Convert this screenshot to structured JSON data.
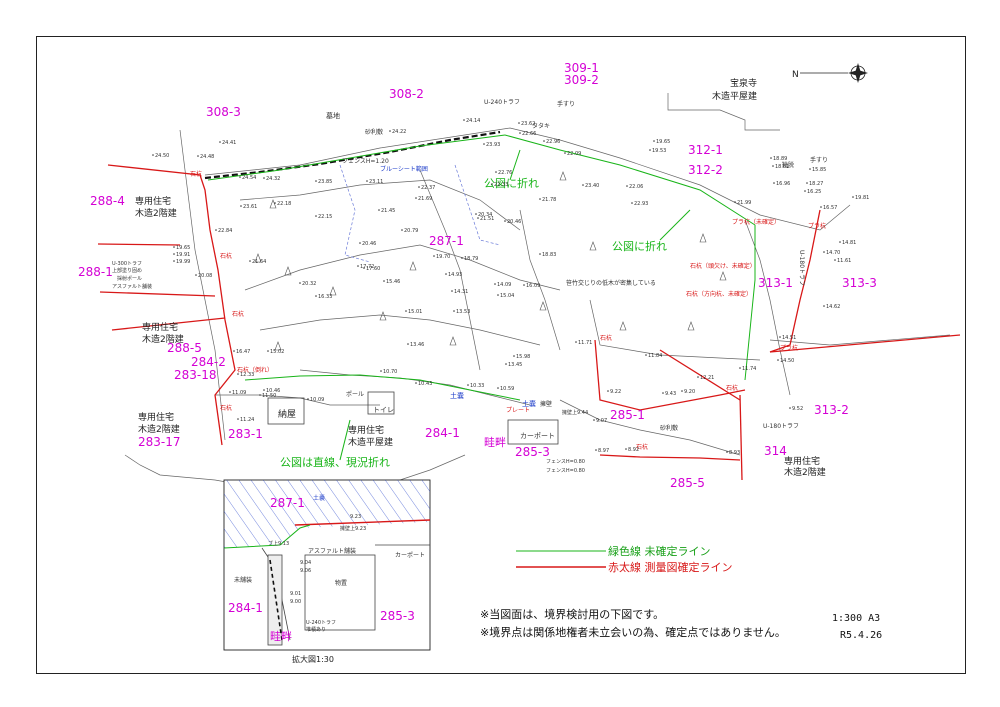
{
  "parcels": {
    "p309_1": "309-1",
    "p309_2": "309-2",
    "p308_3": "308-3",
    "p308_2": "308-2",
    "p312_1": "312-1",
    "p312_2": "312-2",
    "p288_4": "288-4",
    "p288_1": "288-1",
    "p287_1": "287-1",
    "p313_1": "313-1",
    "p313_3": "313-3",
    "p288_5": "288-5",
    "p284_2": "284-2",
    "p283_18": "283-18",
    "p283_1": "283-1",
    "p283_17": "283-17",
    "p284_1": "284-1",
    "p285_3": "285-3",
    "p285_1": "285-1",
    "p313_2": "313-2",
    "p314": "314",
    "p285_5": "285-5",
    "inset_287_1": "287-1",
    "inset_284_1": "284-1",
    "inset_285_3": "285-3"
  },
  "buildings": {
    "temple_name": "宝泉寺",
    "temple_type": "木造平屋建",
    "res_w_a": "専用住宅",
    "res_w_a_type": "木造2階建",
    "res_w_b": "専用住宅",
    "res_w_b_type": "木造2階建",
    "res_sw": "専用住宅",
    "res_sw_type": "木造2階建",
    "res_c": "専用住宅",
    "res_c_type": "木造平屋建",
    "res_se": "専用住宅",
    "res_se_type": "木造2階建",
    "shed": "納屋",
    "toilet": "トイレ",
    "carport": "カーポート"
  },
  "annotations": {
    "bend_1": "公図に折れ",
    "bend_2": "公図に折れ",
    "straight": "公図は直線、現況折れ",
    "levee_main": "畦畔",
    "levee_inset": "畦畔",
    "dense_bamboo": "笹竹交じりの低木が密集している",
    "cemetery": "墓地",
    "gravel_1": "砂利敷",
    "gravel_2": "砂利敷",
    "tarp": "ブルーシート範囲",
    "fence": "フェンスH=1.20",
    "u240": "U-240トラフ",
    "u300": "U-300トラフ",
    "u300_sub": "上部塗り固め",
    "pole": "採射ポール",
    "asphalt": "アスファルト舗装",
    "handrail_1": "手すり",
    "handrail_2": "手すり",
    "tataki": "タタキ",
    "pavement": "擁壁",
    "u180": "U-180トラフ",
    "u180_side": "U-180トラフ",
    "fence_a": "フェンスH=0.80",
    "fence_b": "フェンスH=0.80",
    "kutsu": "靴脱",
    "soil_1": "土嚢",
    "soil_2": "土嚢",
    "pole_2": "ポール",
    "plate": "プレート",
    "retaining": "擁壁上9.44",
    "stake_label": "石杭"
  },
  "stakes": {
    "s1": "石杭",
    "s2": "石杭",
    "s3": "石杭",
    "s4": "石杭（倒れ）",
    "s5": "石杭",
    "s6": "プラ杭（未確定）",
    "s7": "石杭（頭欠け、未確定）",
    "s8": "石杭（方向杭、未確定）",
    "s9": "プラ杭",
    "s10": "プラ杭",
    "s11": "石杭",
    "s12": "石杭",
    "s13": "石杭"
  },
  "elevations": [
    {
      "v": "24.50"
    },
    {
      "v": "24.48"
    },
    {
      "v": "24.41"
    },
    {
      "v": "24.54"
    },
    {
      "v": "24.22"
    },
    {
      "v": "24.14"
    },
    {
      "v": "24.32"
    },
    {
      "v": "23.93"
    },
    {
      "v": "23.85"
    },
    {
      "v": "23.11"
    },
    {
      "v": "22.37"
    },
    {
      "v": "22.33"
    },
    {
      "v": "22.15"
    },
    {
      "v": "21.45"
    },
    {
      "v": "21.69"
    },
    {
      "v": "21.51"
    },
    {
      "v": "20.79"
    },
    {
      "v": "20.46"
    },
    {
      "v": "20.34"
    },
    {
      "v": "19.70"
    },
    {
      "v": "18.79"
    },
    {
      "v": "18.83"
    },
    {
      "v": "17.60"
    },
    {
      "v": "17.72"
    },
    {
      "v": "16.33"
    },
    {
      "v": "15.46"
    },
    {
      "v": "15.04"
    },
    {
      "v": "14.93"
    },
    {
      "v": "14.31"
    },
    {
      "v": "14.09"
    },
    {
      "v": "15.01"
    },
    {
      "v": "13.53"
    },
    {
      "v": "13.46"
    },
    {
      "v": "13.45"
    },
    {
      "v": "15.98"
    },
    {
      "v": "16.09"
    },
    {
      "v": "19.65"
    },
    {
      "v": "19.53"
    },
    {
      "v": "18.89"
    },
    {
      "v": "18.81"
    },
    {
      "v": "16.96"
    },
    {
      "v": "15.85"
    },
    {
      "v": "14.70"
    },
    {
      "v": "14.62"
    },
    {
      "v": "14.50"
    },
    {
      "v": "14.51"
    },
    {
      "v": "11.71"
    },
    {
      "v": "11.84"
    },
    {
      "v": "12.21"
    },
    {
      "v": "11.74"
    },
    {
      "v": "9.52"
    },
    {
      "v": "9.43"
    },
    {
      "v": "9.22"
    },
    {
      "v": "9.20"
    },
    {
      "v": "8.92"
    },
    {
      "v": "8.97"
    },
    {
      "v": "8.93"
    },
    {
      "v": "9.07"
    },
    {
      "v": "10.59"
    },
    {
      "v": "10.33"
    },
    {
      "v": "10.09"
    },
    {
      "v": "10.70"
    },
    {
      "v": "10.43"
    },
    {
      "v": "10.46"
    },
    {
      "v": "11.24"
    },
    {
      "v": "11.50"
    },
    {
      "v": "11.09"
    },
    {
      "v": "12.33"
    },
    {
      "v": "16.47"
    },
    {
      "v": "15.02"
    },
    {
      "v": "19.65"
    },
    {
      "v": "19.91"
    },
    {
      "v": "19.99"
    },
    {
      "v": "20.08"
    },
    {
      "v": "21.64"
    },
    {
      "v": "20.32"
    },
    {
      "v": "22.84"
    },
    {
      "v": "23.61"
    },
    {
      "v": "22.18"
    },
    {
      "v": "22.76"
    },
    {
      "v": "21.78"
    },
    {
      "v": "20.46"
    },
    {
      "v": "22.93"
    },
    {
      "v": "23.40"
    },
    {
      "v": "22.06"
    },
    {
      "v": "21.99"
    },
    {
      "v": "22.09"
    },
    {
      "v": "23.62"
    },
    {
      "v": "22.66"
    },
    {
      "v": "22.96"
    },
    {
      "v": "19.81"
    },
    {
      "v": "18.27"
    },
    {
      "v": "16.25"
    },
    {
      "v": "16.57"
    },
    {
      "v": "14.81"
    },
    {
      "v": "11.61"
    }
  ],
  "legend": {
    "green": "緑色線 未確定ライン",
    "red": "赤太線 測量図確定ライン"
  },
  "notes": {
    "note1": "※当図面は、境界検討用の下図です。",
    "note2": "※境界点は関係地権者未立会いの為、確定点ではありません。"
  },
  "scale_text": "1:300 A3",
  "date_text": "R5.4.26",
  "inset": {
    "title": "拡大図1:30",
    "building": "物置",
    "carport": "カーポート",
    "asphalt": "アスファルト舗装",
    "unpaved": "未舗装",
    "soil": "土嚢",
    "u240": "U-240トラフ",
    "u240_sub": "堆積あり",
    "levee": "畦畔",
    "e1": "9.23",
    "e2": "擁壁上9.23",
    "e3": "ブ上9.13",
    "e4": "9.04",
    "e5": "9.06",
    "e6": "9.01",
    "e7": "9.00"
  },
  "north_label": "N",
  "colors": {
    "parcel": "#d400d4",
    "green": "#18b418",
    "red": "#d81818",
    "blue": "#1838c8",
    "line": "#555555"
  }
}
